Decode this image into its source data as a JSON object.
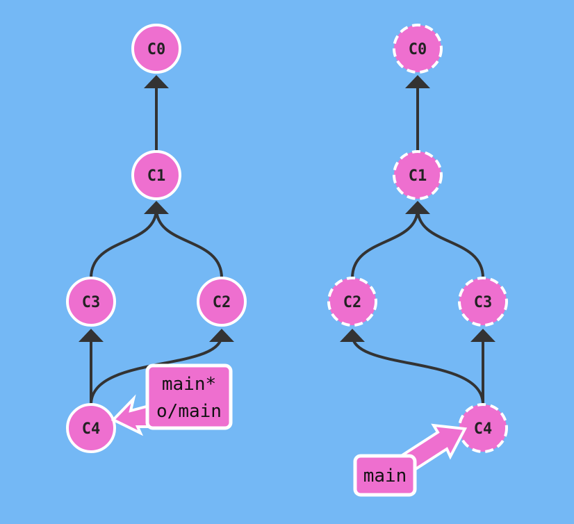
{
  "colors": {
    "background": "#74b8f5",
    "commit_fill": "#ee6fcf",
    "commit_stroke": "#ffffff",
    "edge": "#333333",
    "label_text": "#222222"
  },
  "left_tree": {
    "commits": [
      {
        "id": "C0",
        "label": "C0"
      },
      {
        "id": "C1",
        "label": "C1"
      },
      {
        "id": "C3",
        "label": "C3"
      },
      {
        "id": "C2",
        "label": "C2"
      },
      {
        "id": "C4",
        "label": "C4"
      }
    ],
    "edges": [
      {
        "from": "C1",
        "to": "C0"
      },
      {
        "from": "C3",
        "to": "C1"
      },
      {
        "from": "C2",
        "to": "C1"
      },
      {
        "from": "C4",
        "to": "C3"
      },
      {
        "from": "C4",
        "to": "C2"
      }
    ],
    "branch_tag": {
      "lines": [
        "main*",
        "o/main"
      ],
      "points_to": "C4"
    }
  },
  "right_tree": {
    "style": "dashed",
    "commits": [
      {
        "id": "C0",
        "label": "C0"
      },
      {
        "id": "C1",
        "label": "C1"
      },
      {
        "id": "C2",
        "label": "C2"
      },
      {
        "id": "C3",
        "label": "C3"
      },
      {
        "id": "C4",
        "label": "C4"
      }
    ],
    "edges": [
      {
        "from": "C1",
        "to": "C0"
      },
      {
        "from": "C2",
        "to": "C1"
      },
      {
        "from": "C3",
        "to": "C1"
      },
      {
        "from": "C4",
        "to": "C2"
      },
      {
        "from": "C4",
        "to": "C3"
      }
    ],
    "branch_tag": {
      "lines": [
        "main"
      ],
      "points_to": "C4"
    }
  }
}
